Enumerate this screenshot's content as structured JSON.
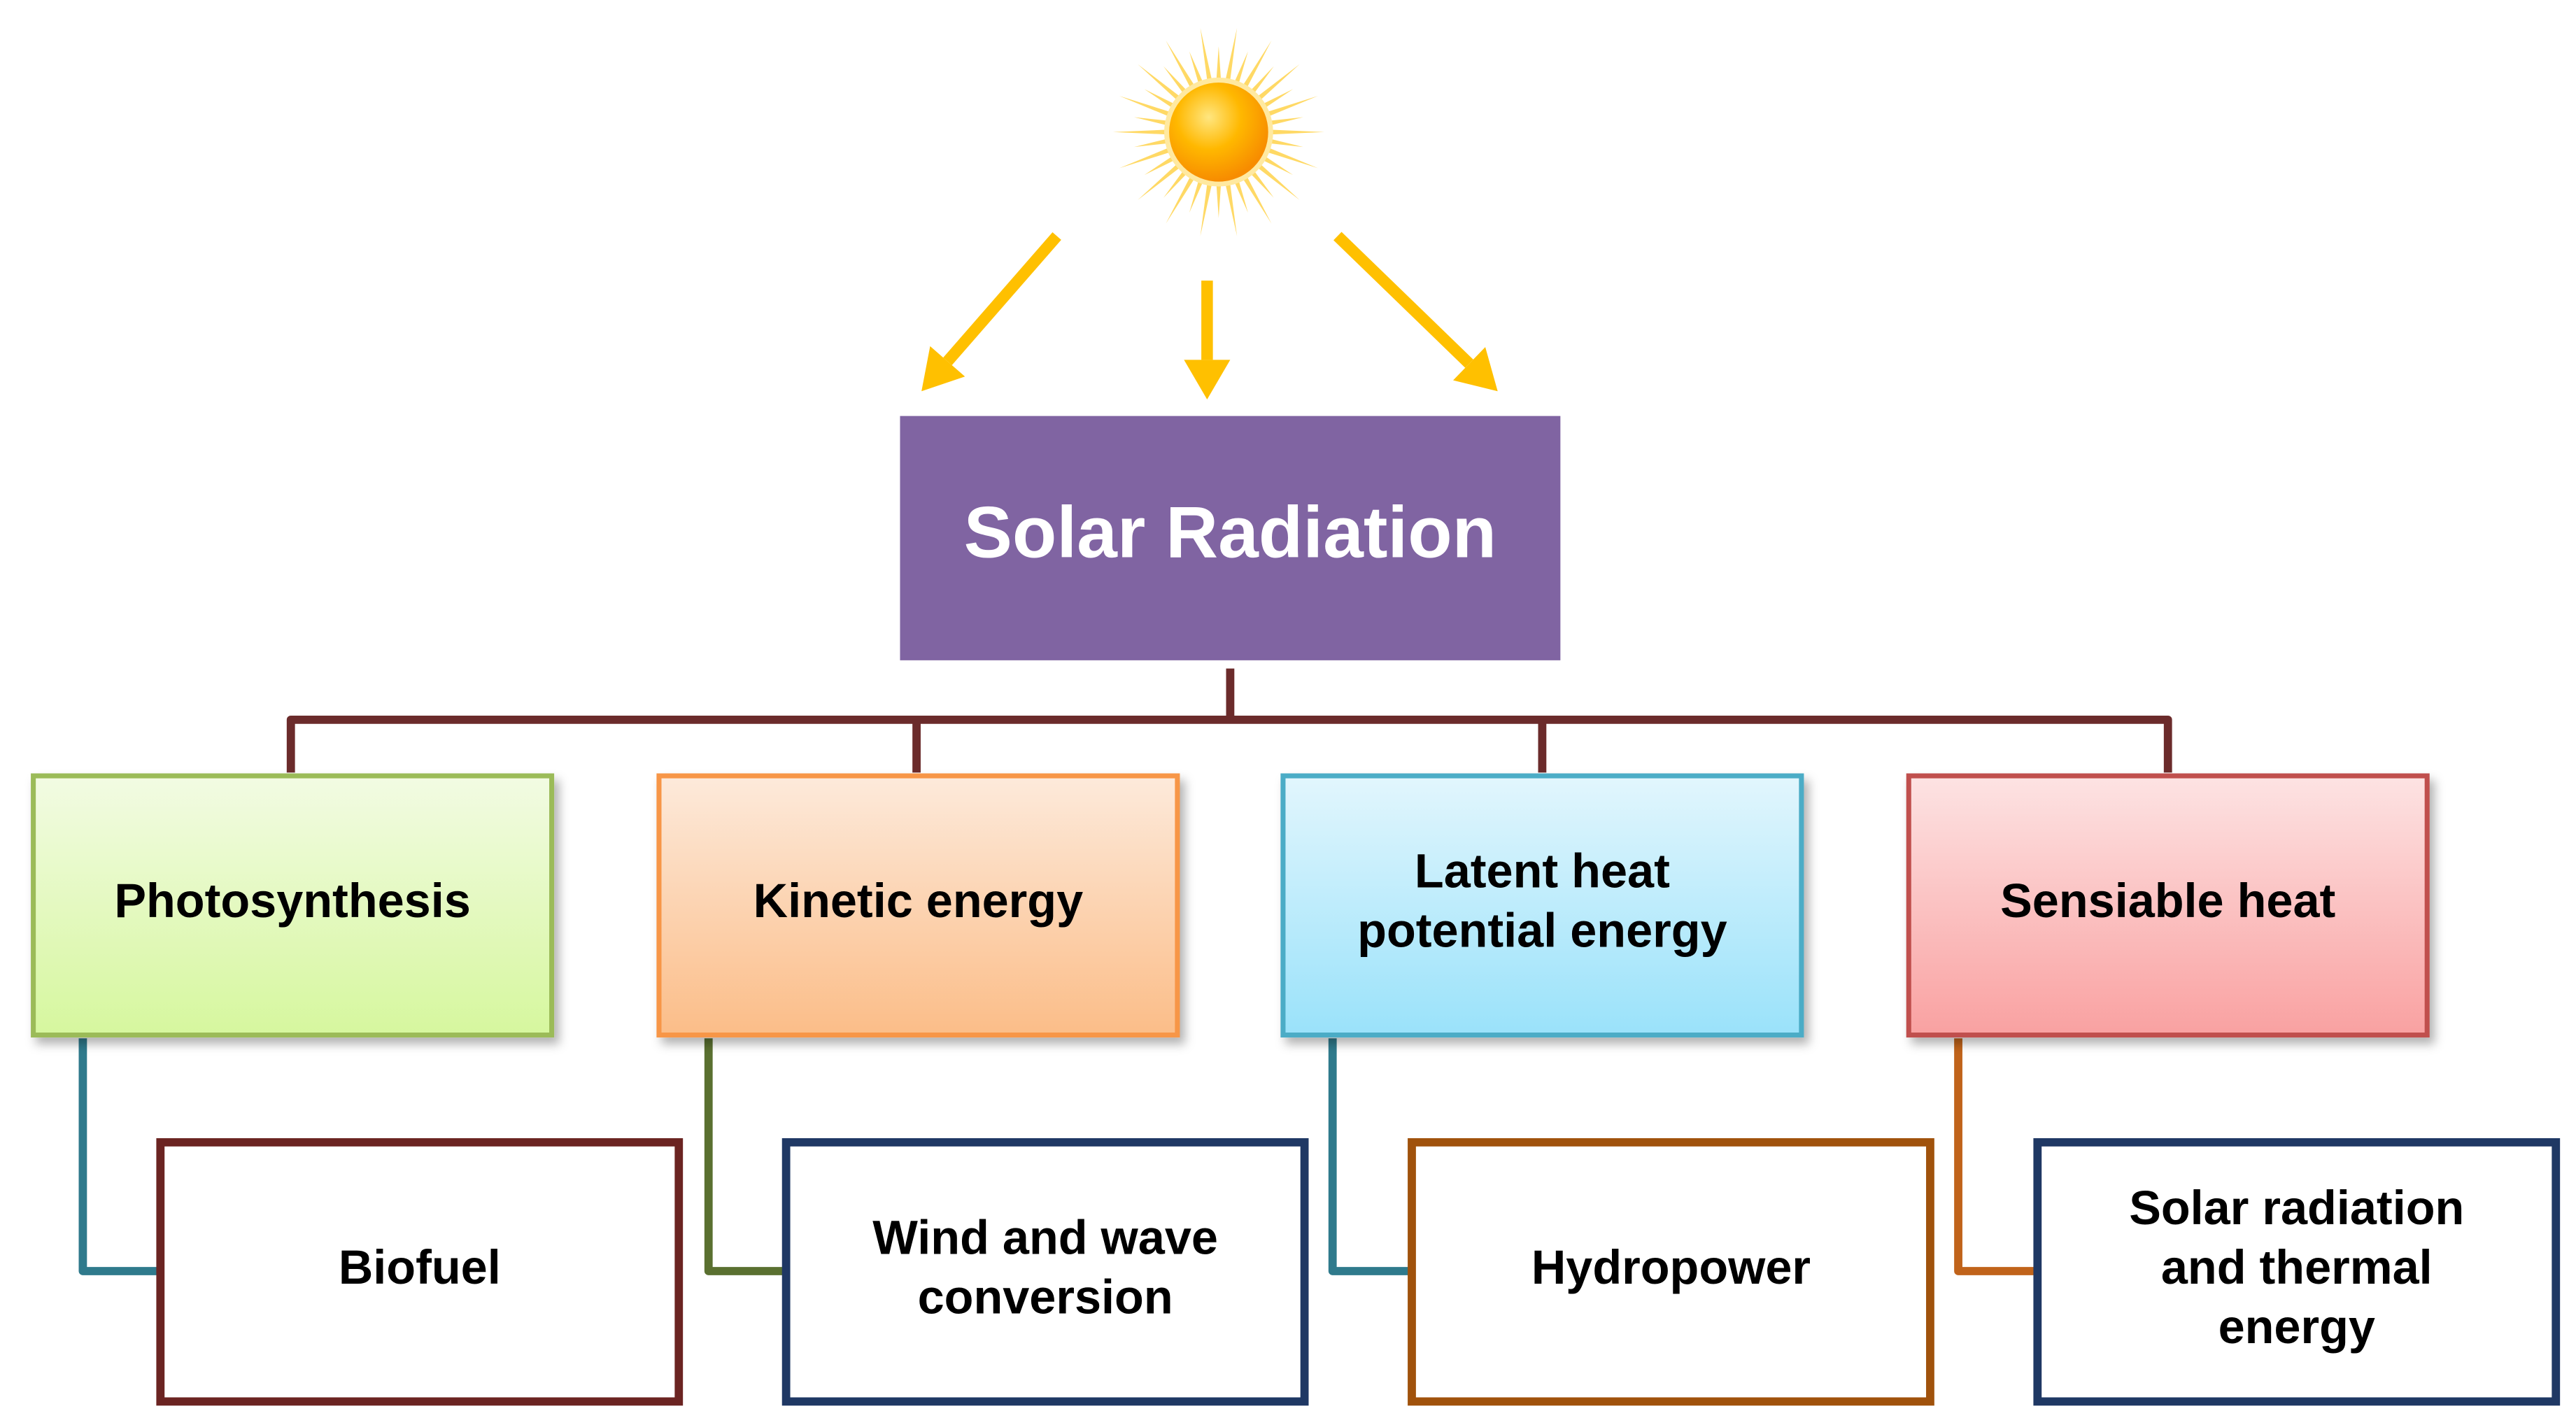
{
  "root": {
    "label": "Solar Radiation",
    "color": "#8064a2"
  },
  "categories": [
    {
      "label_lines": [
        "Photosynthesis"
      ],
      "border": "#9bbb59",
      "top": "#f2fbe3",
      "bottom": "#d6f79e"
    },
    {
      "label_lines": [
        "Kinetic energy"
      ],
      "border": "#f79646",
      "top": "#fdeadb",
      "bottom": "#fbbd88"
    },
    {
      "label_lines": [
        "Latent heat",
        "potential energy"
      ],
      "border": "#4bacc6",
      "top": "#e2f6fd",
      "bottom": "#9ae2fa"
    },
    {
      "label_lines": [
        "Sensiable heat"
      ],
      "border": "#c0504d",
      "top": "#fde3e3",
      "bottom": "#f9a1a1"
    }
  ],
  "applications": [
    {
      "label_lines": [
        "Biofuel"
      ],
      "border": "#6b2422",
      "connector": "#2f7a8c"
    },
    {
      "label_lines": [
        "Wind and wave",
        "conversion"
      ],
      "border": "#1f3864",
      "connector": "#5a7030"
    },
    {
      "label_lines": [
        "Hydropower"
      ],
      "border": "#a0520c",
      "connector": "#2f7a8c"
    },
    {
      "label_lines": [
        "Solar radiation",
        "and thermal",
        "energy"
      ],
      "border": "#1f3864",
      "connector": "#c0631a"
    }
  ],
  "colors": {
    "tree": "#6b2b2b",
    "arrow": "#ffc000",
    "sun": "#ffb000"
  }
}
